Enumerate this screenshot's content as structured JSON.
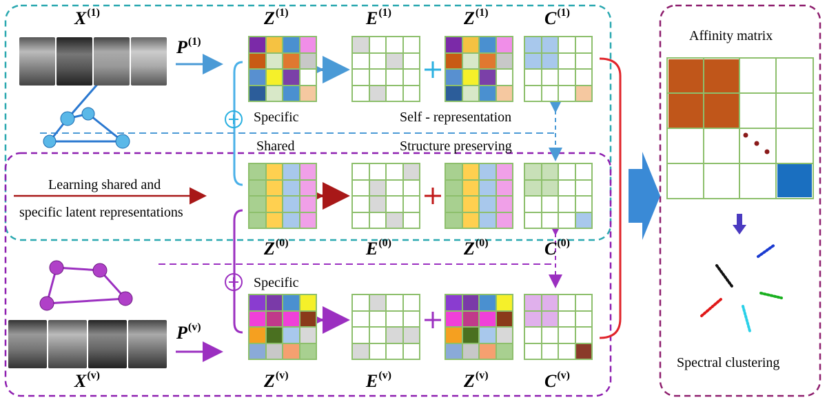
{
  "labels": {
    "x1": "X",
    "x1_sup": "(1)",
    "xv": "X",
    "xv_sup": "(v)",
    "p1": "P",
    "p1_sup": "(1)",
    "pv": "P",
    "pv_sup": "(v)",
    "z1": "Z",
    "z1_sup": "(1)",
    "e1": "E",
    "e1_sup": "(1)",
    "z1b": "Z",
    "z1b_sup": "(1)",
    "c1": "C",
    "c1_sup": "(1)",
    "z0": "Z",
    "z0_sup": "(0)",
    "e0": "E",
    "e0_sup": "(0)",
    "z0b": "Z",
    "z0b_sup": "(0)",
    "c0": "C",
    "c0_sup": "(0)",
    "zv": "Z",
    "zv_sup": "(v)",
    "ev": "E",
    "ev_sup": "(v)",
    "zvb": "Z",
    "zvb_sup": "(v)",
    "cv": "C",
    "cv_sup": "(v)"
  },
  "text": {
    "specific_top": "Specific",
    "self_representation": "Self - representation",
    "shared": "Shared",
    "structure_preserving": "Structure preserving",
    "learning_line1": "Learning shared and",
    "learning_line2": "specific latent representations",
    "specific_bottom": "Specific",
    "affinity_matrix": "Affinity matrix",
    "spectral_clustering": "Spectral clustering"
  },
  "colors": {
    "teal_box": "#2aa8b0",
    "purple_box": "#8e1fb0",
    "right_box": "#8e1f6e",
    "blue_arrow": "#4a9ad6",
    "dark_red": "#b01818",
    "red_bracket": "#e0242a",
    "purple": "#9b2fc0",
    "affinity_brown": "#c0561a",
    "affinity_blue": "#1a6fc0"
  },
  "matrices": {
    "z1": [
      "#7b2aa8",
      "#f5c242",
      "#4a90d0",
      "#f08ee8",
      "#c85b14",
      "#d8e8c8",
      "#e07830",
      "#c8c8c8",
      "#5890d0",
      "#f5f02a",
      "#7b40a8",
      "#ffffff",
      "#2c5d9a",
      "#d8e8c8",
      "#4a90d0",
      "#f5c8a0"
    ],
    "e1": [
      "#d8d8d8",
      "#ffffff",
      "#ffffff",
      "#ffffff",
      "#ffffff",
      "#ffffff",
      "#d8d8d8",
      "#ffffff",
      "#ffffff",
      "#ffffff",
      "#ffffff",
      "#ffffff",
      "#ffffff",
      "#d8d8d8",
      "#ffffff",
      "#ffffff"
    ],
    "c1": [
      "#a8c8ec",
      "#a8c8ec",
      "#ffffff",
      "#ffffff",
      "#a8c8ec",
      "#a8c8ec",
      "#ffffff",
      "#ffffff",
      "#ffffff",
      "#ffffff",
      "#ffffff",
      "#ffffff",
      "#ffffff",
      "#ffffff",
      "#ffffff",
      "#f5c8a0"
    ],
    "z0": [
      "#a8d090",
      "#ffd050",
      "#a8c8ec",
      "#f0a0e8",
      "#a8d090",
      "#ffd050",
      "#a8c8ec",
      "#f0a0e8",
      "#a8d090",
      "#ffd050",
      "#a8c8ec",
      "#f0a0e8",
      "#a8d090",
      "#ffd050",
      "#a8c8ec",
      "#f0a0e8"
    ],
    "e0": [
      "#ffffff",
      "#ffffff",
      "#ffffff",
      "#d8d8d8",
      "#ffffff",
      "#d8d8d8",
      "#ffffff",
      "#ffffff",
      "#ffffff",
      "#d8d8d8",
      "#ffffff",
      "#ffffff",
      "#ffffff",
      "#ffffff",
      "#d8d8d8",
      "#ffffff"
    ],
    "c0": [
      "#c8e0b8",
      "#c8e0b8",
      "#ffffff",
      "#ffffff",
      "#c8e0b8",
      "#c8e0b8",
      "#ffffff",
      "#ffffff",
      "#ffffff",
      "#ffffff",
      "#ffffff",
      "#ffffff",
      "#ffffff",
      "#ffffff",
      "#ffffff",
      "#a8c8ec"
    ],
    "zv": [
      "#8a3cd0",
      "#7a3aa8",
      "#4a90d0",
      "#f5f02a",
      "#f040d8",
      "#c03a8a",
      "#f040d8",
      "#8a3a1a",
      "#f5a020",
      "#4a7020",
      "#a8c8ec",
      "#d8d8d8",
      "#8aaad8",
      "#c8c8c8",
      "#f5a070",
      "#a8d090"
    ],
    "ev": [
      "#ffffff",
      "#d8d8d8",
      "#ffffff",
      "#ffffff",
      "#ffffff",
      "#ffffff",
      "#ffffff",
      "#ffffff",
      "#ffffff",
      "#ffffff",
      "#d8d8d8",
      "#d8d8d8",
      "#d8d8d8",
      "#ffffff",
      "#ffffff",
      "#ffffff"
    ],
    "cv": [
      "#e0b0ec",
      "#e0b0ec",
      "#ffffff",
      "#ffffff",
      "#e0b0ec",
      "#e0b0ec",
      "#ffffff",
      "#ffffff",
      "#ffffff",
      "#ffffff",
      "#ffffff",
      "#ffffff",
      "#ffffff",
      "#ffffff",
      "#ffffff",
      "#8a3a2a"
    ]
  },
  "icons": [
    "face-strip-icon",
    "graph-icon",
    "circle-plus-icon",
    "arrow-icon",
    "dotted-diagonal-icon",
    "cluster-scatter-icon"
  ]
}
